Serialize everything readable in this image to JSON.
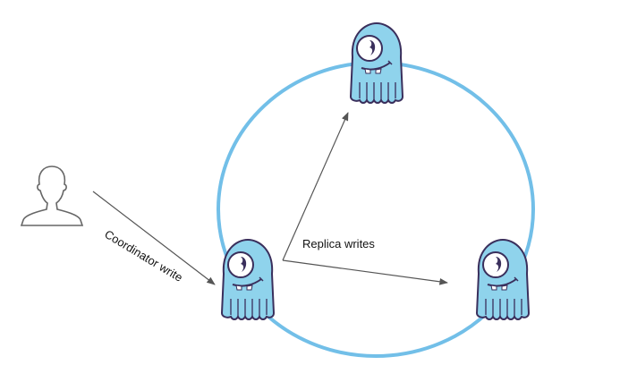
{
  "diagram": {
    "title": "",
    "labels": {
      "coordinator_write": "Coordinator write",
      "replica_writes": "Replica writes"
    },
    "nodes": [
      {
        "id": "client",
        "kind": "user",
        "icon": "user-silhouette-icon"
      },
      {
        "id": "node-top",
        "kind": "scylla-node",
        "icon": "scylla-octopus-icon"
      },
      {
        "id": "node-coordinator",
        "kind": "scylla-node",
        "icon": "scylla-octopus-icon",
        "role": "coordinator"
      },
      {
        "id": "node-right",
        "kind": "scylla-node",
        "icon": "scylla-octopus-icon"
      }
    ],
    "edges": [
      {
        "from": "client",
        "to": "node-coordinator",
        "label": "Coordinator write"
      },
      {
        "from": "node-coordinator",
        "to": "node-top",
        "label": "Replica writes"
      },
      {
        "from": "node-coordinator",
        "to": "node-right",
        "label": "Replica writes"
      }
    ],
    "ring": {
      "shape": "circle",
      "connects": [
        "node-top",
        "node-coordinator",
        "node-right"
      ]
    },
    "colors": {
      "ring": "#72bfe8",
      "octopus_body": "#8fd3ec",
      "octopus_outline": "#3a2f5c",
      "arrow": "#555555",
      "user_outline": "#666666"
    }
  }
}
